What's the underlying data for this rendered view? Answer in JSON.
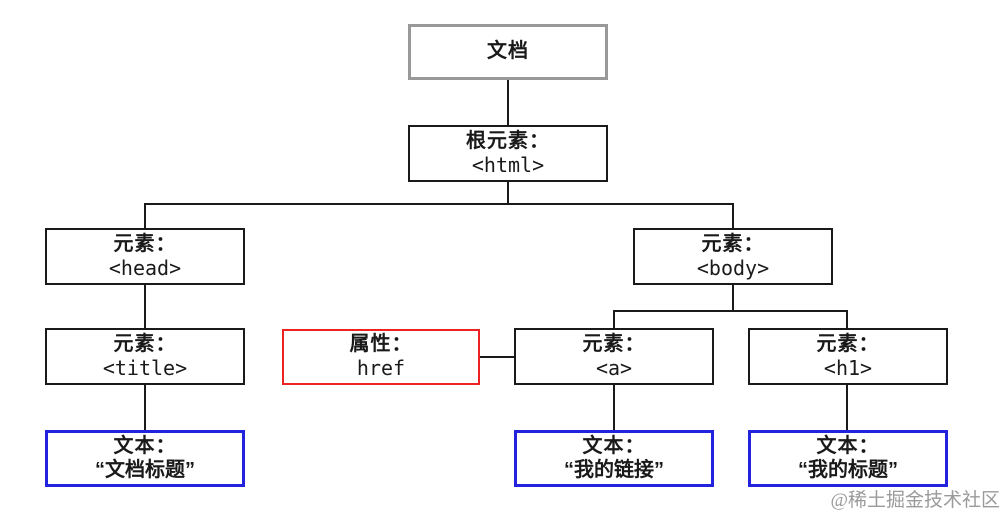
{
  "diagram": {
    "title_hint": "DOM tree of an HTML document",
    "colors": {
      "document_border": "#999999",
      "element_border": "#1a1a1a",
      "attribute_border": "#ee2222",
      "text_border": "#2323dd",
      "connector": "#1a1a1a",
      "watermark": "#9a9a9a",
      "background": "#ffffff"
    },
    "nodes": {
      "document": {
        "line1": "文档",
        "line2": ""
      },
      "html": {
        "line1": "根元素：",
        "line2": "<html>"
      },
      "head": {
        "line1": "元素：",
        "line2": "<head>"
      },
      "body": {
        "line1": "元素：",
        "line2": "<body>"
      },
      "title": {
        "line1": "元素：",
        "line2": "<title>"
      },
      "attr_href": {
        "line1": "属性：",
        "line2": "href"
      },
      "a": {
        "line1": "元素：",
        "line2": "<a>"
      },
      "h1": {
        "line1": "元素：",
        "line2": "<h1>"
      },
      "text_title": {
        "line1": "文本：",
        "line2": "“文档标题”"
      },
      "text_link": {
        "line1": "文本：",
        "line2": "“我的链接”"
      },
      "text_h1": {
        "line1": "文本：",
        "line2": "“我的标题”"
      }
    },
    "watermark": "@稀土掘金技术社区"
  }
}
